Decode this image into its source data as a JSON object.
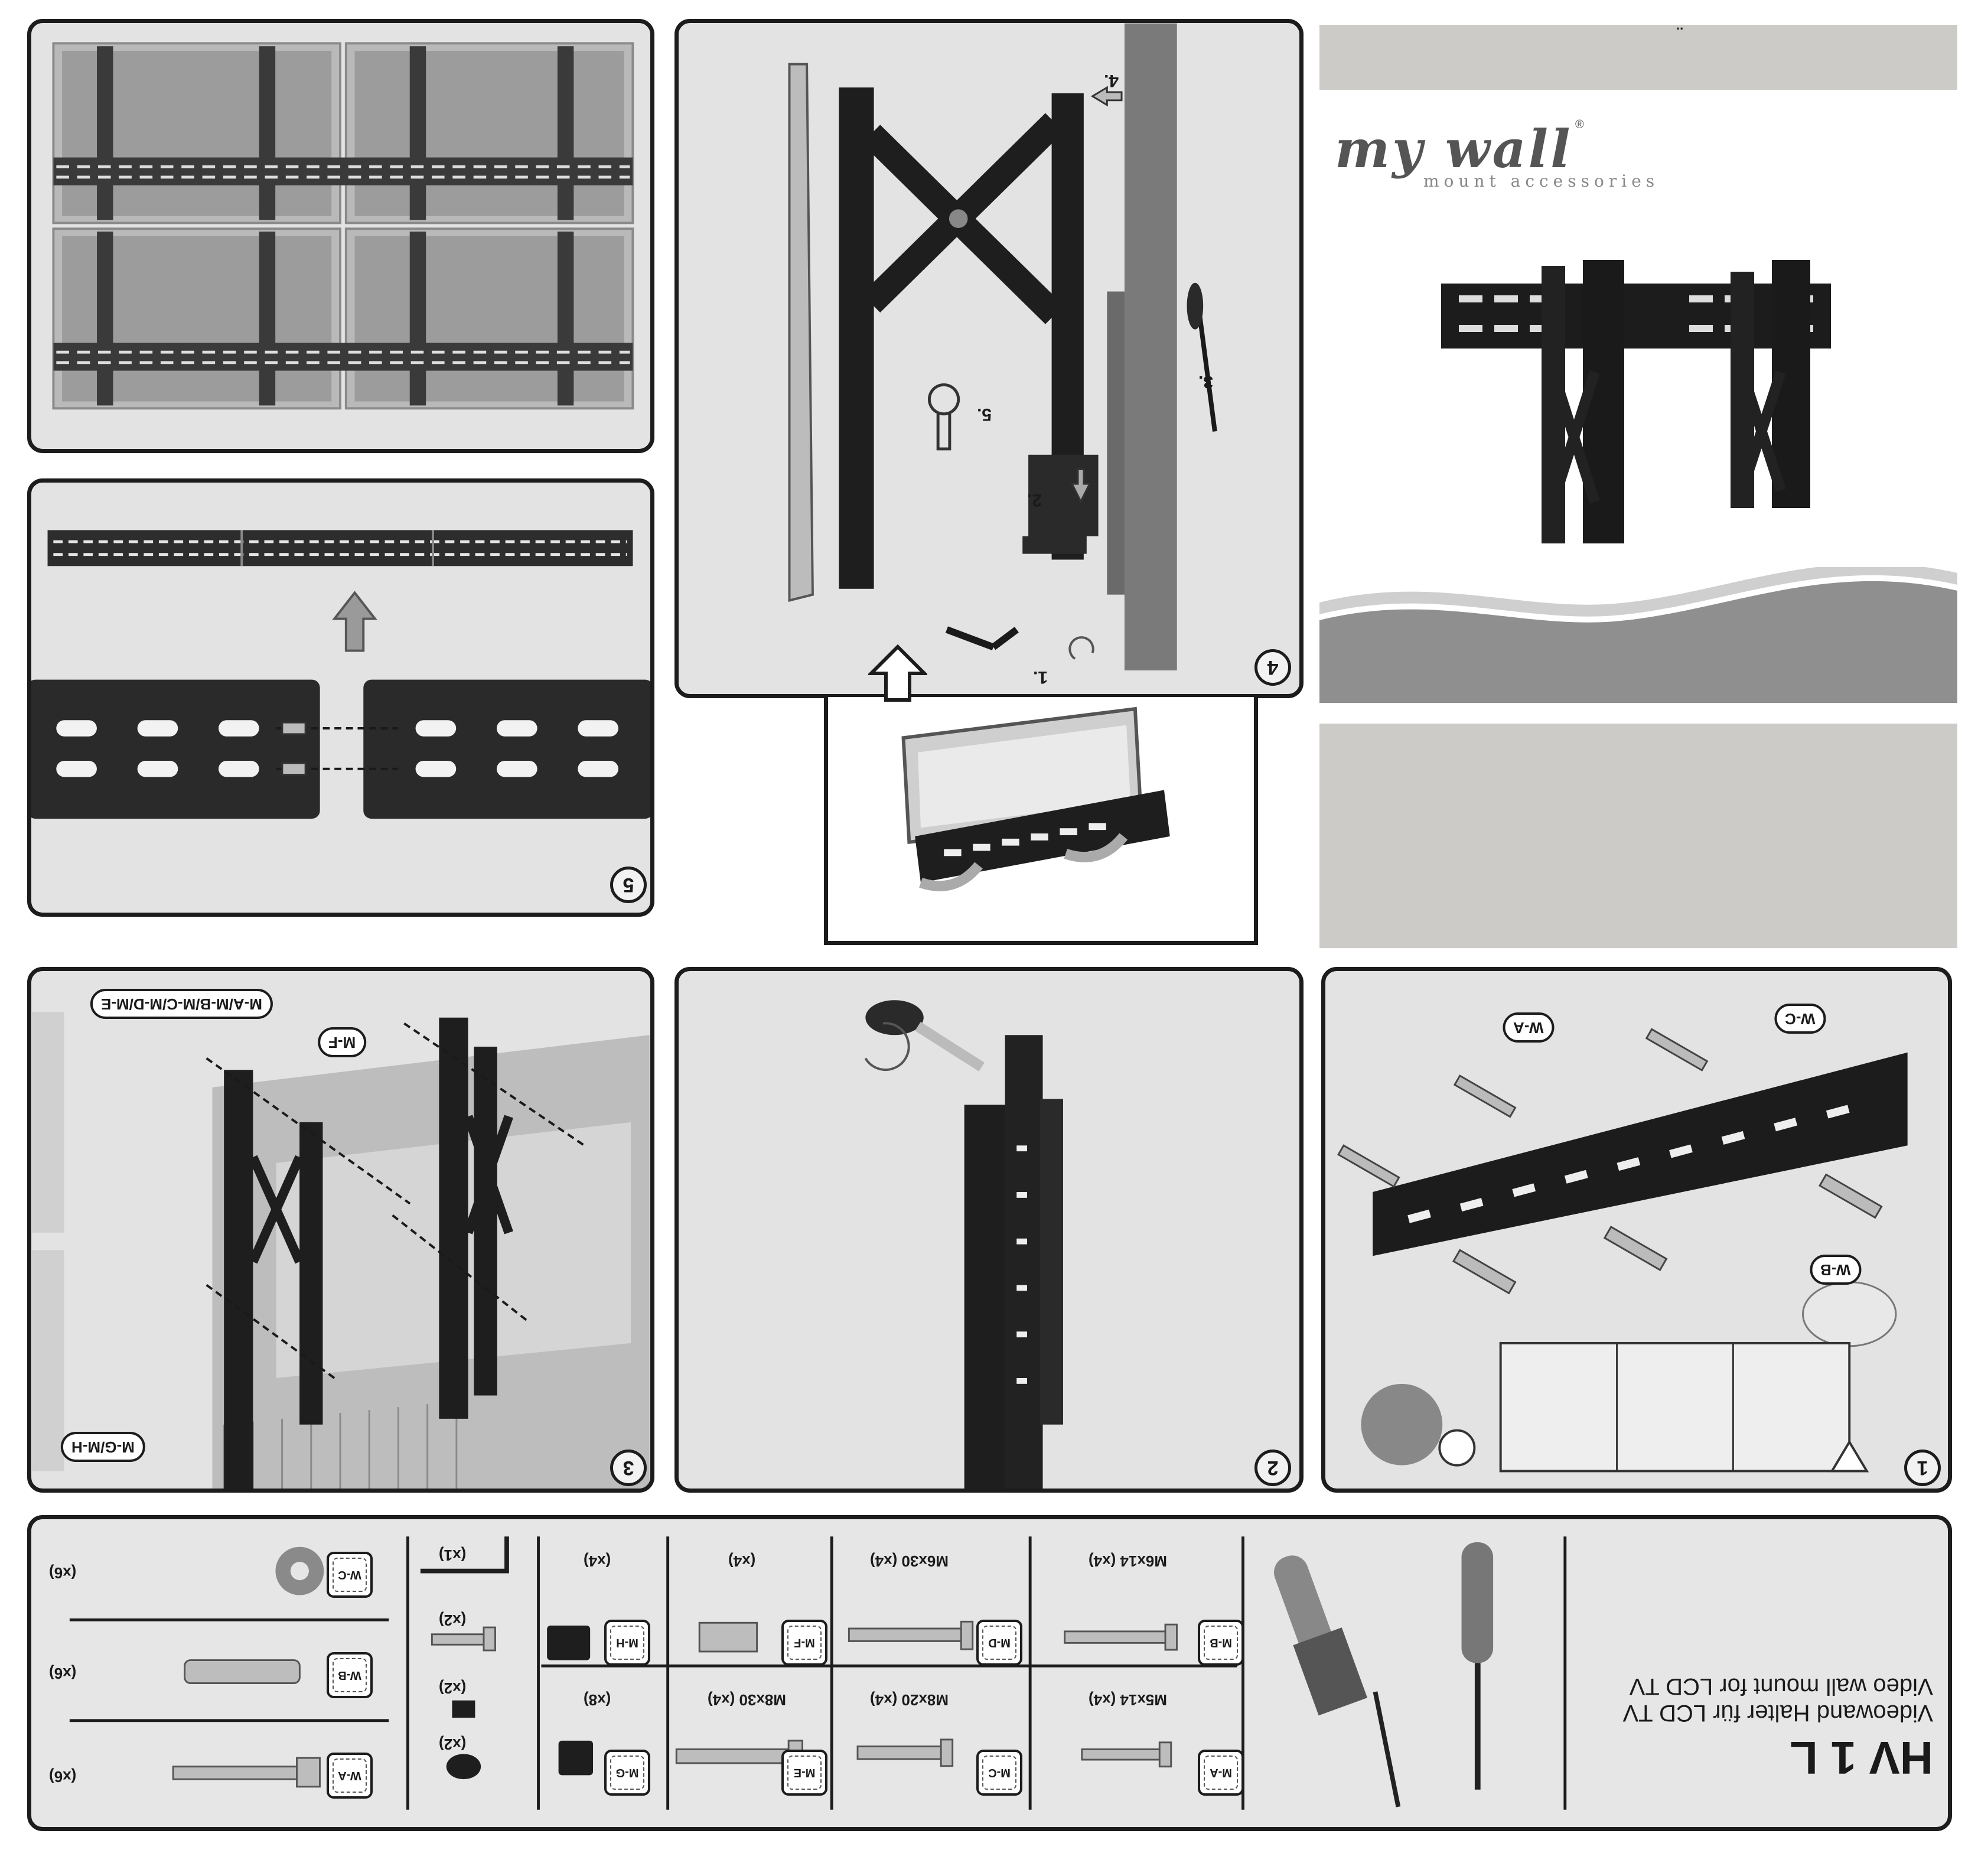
{
  "brand": {
    "logo_text": "my wall",
    "tagline": "mount accessories",
    "registered": "®",
    "top_mark": ".."
  },
  "title_block": {
    "model": "HV 1 L",
    "line_de": "Videowand Halter für LCD TV",
    "line_en": "Video wall mount for LCD TV"
  },
  "steps": {
    "s1": "1",
    "s2": "2",
    "s3": "3",
    "s4": "4",
    "s5": "5"
  },
  "step4_labels": {
    "a": "1.",
    "b": "2.",
    "c": "3.",
    "d": "4.",
    "e": "5."
  },
  "step1_labels": {
    "wa": "W-A",
    "wb": "W-B",
    "wc": "W-C"
  },
  "step3_labels": {
    "top": "M-A/M-B/M-C/M-D/M-E",
    "mf": "M-F",
    "mgh": "M-G/M-H"
  },
  "parts": [
    {
      "code": "W-A",
      "qty": "(x6)"
    },
    {
      "code": "W-B",
      "qty": "(x6)"
    },
    {
      "code": "W-C",
      "qty": "(x6)"
    },
    {
      "code": "",
      "qty": "(x2)"
    },
    {
      "code": "",
      "qty": "(x2)"
    },
    {
      "code": "",
      "qty": "(x2)"
    },
    {
      "code": "",
      "qty": "(x1)"
    },
    {
      "code": "M-G",
      "qty": "(x8)"
    },
    {
      "code": "M-H",
      "qty": "(x4)"
    },
    {
      "code": "M-E",
      "qty": "M8x30 (x4)"
    },
    {
      "code": "M-F",
      "qty": "(x4)"
    },
    {
      "code": "M-C",
      "qty": "M8x20 (x4)"
    },
    {
      "code": "M-D",
      "qty": "M6x30 (x4)"
    },
    {
      "code": "M-A",
      "qty": "M5x14 (x4)"
    },
    {
      "code": "M-B",
      "qty": "M6x14 (x4)"
    }
  ]
}
